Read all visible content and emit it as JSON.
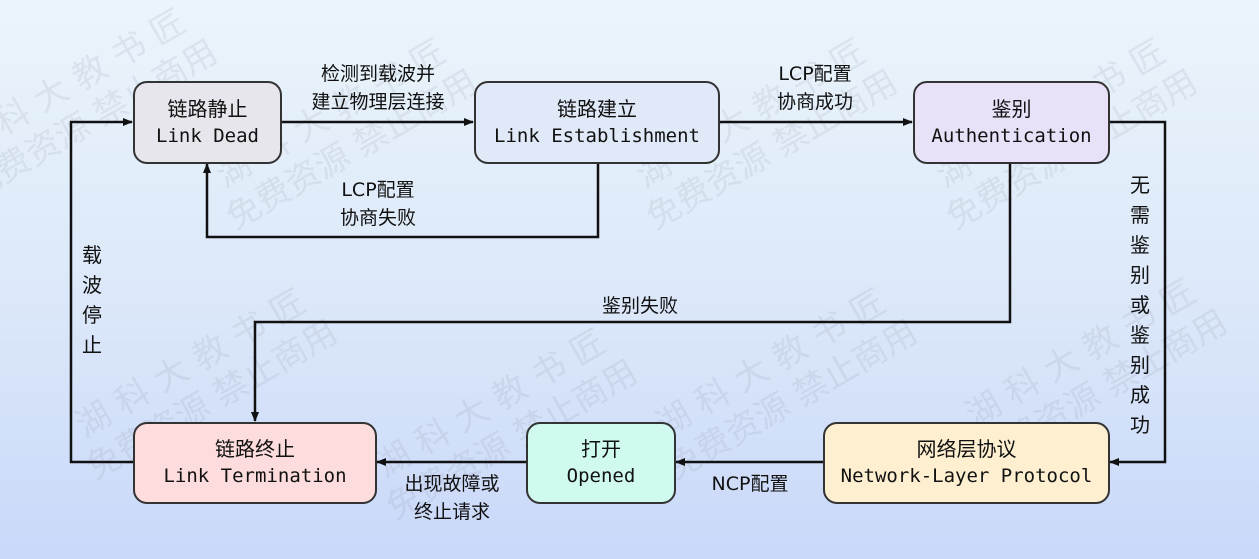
{
  "states": {
    "dead": {
      "zh": "链路静止",
      "en": "Link Dead",
      "fill": "#e6e6ec"
    },
    "establish": {
      "zh": "链路建立",
      "en": "Link Establishment",
      "fill": "#dfe9f7"
    },
    "auth": {
      "zh": "鉴别",
      "en": "Authentication",
      "fill": "#e8e1f8"
    },
    "network": {
      "zh": "网络层协议",
      "en": "Network-Layer Protocol",
      "fill": "#fdefd0"
    },
    "opened": {
      "zh": "打开",
      "en": "Opened",
      "fill": "#d0faef"
    },
    "terminate": {
      "zh": "链路终止",
      "en": "Link Termination",
      "fill": "#fcdcdc"
    }
  },
  "transitions": {
    "carrier_detected": [
      "检测到载波并",
      "建立物理层连接"
    ],
    "lcp_success": [
      "LCP配置",
      "协商成功"
    ],
    "lcp_fail": [
      "LCP配置",
      "协商失败"
    ],
    "auth_fail": "鉴别失败",
    "no_auth_or_success": "无需鉴别或鉴别成功",
    "carrier_stop": "载波停止",
    "ncp_config": "NCP配置",
    "fault_or_terminate": [
      "出现故障或",
      "终止请求"
    ]
  },
  "watermark": [
    "湖 科 大 教 书 匠",
    "免费资源 禁止商用"
  ]
}
